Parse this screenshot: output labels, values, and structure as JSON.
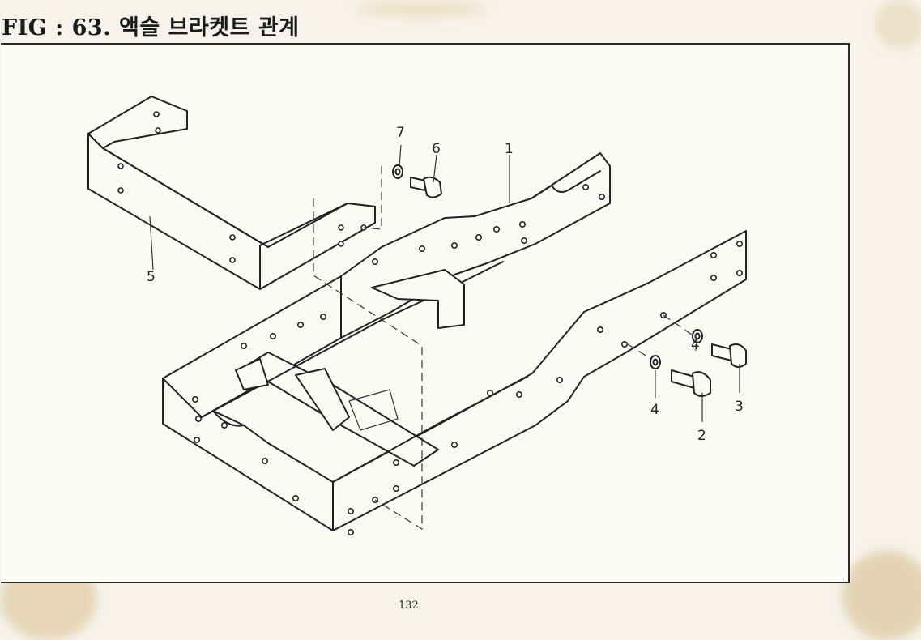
{
  "figure": {
    "title": "FIG : 63.  액슬 브라켓트 관계"
  },
  "callouts": [
    {
      "id": "c1",
      "label": "1"
    },
    {
      "id": "c2",
      "label": "2"
    },
    {
      "id": "c3",
      "label": "3"
    },
    {
      "id": "c4a",
      "label": "4"
    },
    {
      "id": "c4b",
      "label": "4"
    },
    {
      "id": "c5",
      "label": "5"
    },
    {
      "id": "c6",
      "label": "6"
    },
    {
      "id": "c7",
      "label": "7"
    }
  ],
  "page": {
    "number": "132"
  },
  "colors": {
    "paper": "#f6f3ea",
    "ink": "#222222",
    "stain": "#d9c190"
  }
}
